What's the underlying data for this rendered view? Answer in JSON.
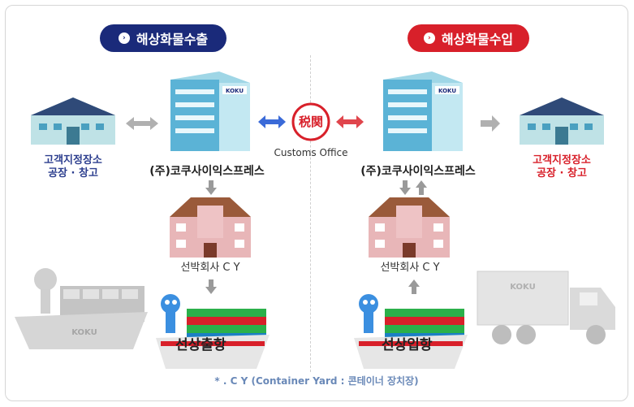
{
  "export_header": {
    "icon": "chevron-right-icon",
    "label": "해상화물수출"
  },
  "import_header": {
    "icon": "chevron-right-icon",
    "label": "해상화물수입"
  },
  "export": {
    "customer_line1": "고객지정장소",
    "customer_line2": "공장 · 창고",
    "company": "(주)코쿠사이익스프레스",
    "cy": "선박회사 C Y",
    "ship": "선상출항"
  },
  "import": {
    "customer_line1": "고객지정장소",
    "customer_line2": "공장 · 창고",
    "company": "(주)코쿠사이익스프레스",
    "cy": "선박회사 C Y",
    "ship": "선상입항"
  },
  "customs": {
    "seal_text": "税関",
    "label": "Customs Office"
  },
  "footnote": "* . C Y (Container Yard : 콘테이너 장치장)",
  "colors": {
    "export_accent": "#1a2a7a",
    "import_accent": "#d8202a",
    "seal_red": "#d8202a"
  }
}
